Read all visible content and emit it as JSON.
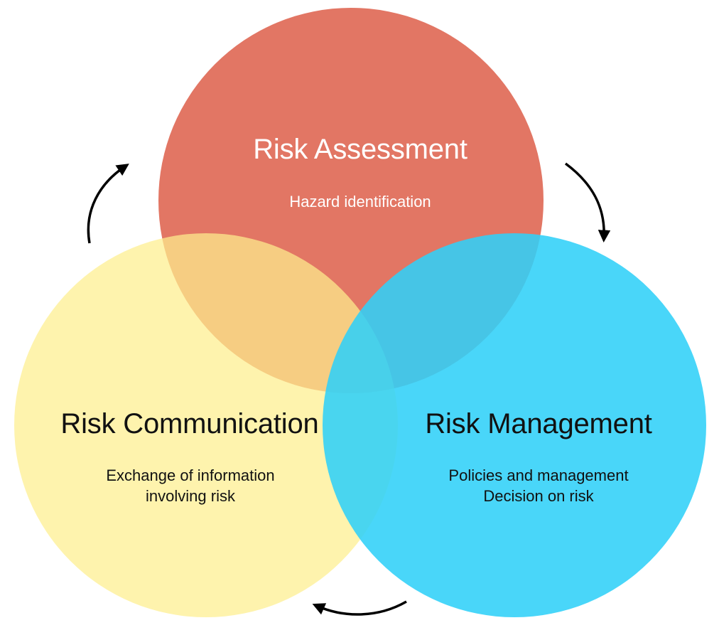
{
  "colors": {
    "assessment": "#e06a57",
    "management": "#30d0f8",
    "communication": "#fdef8e",
    "arrow": "#000000",
    "background": "#ffffff"
  },
  "circles": {
    "assessment": {
      "title": "Risk Assessment",
      "lines": [
        "Hazard identification"
      ]
    },
    "communication": {
      "title": "Risk Communication",
      "lines": [
        "Exchange of information",
        "involving risk"
      ]
    },
    "management": {
      "title": "Risk Management",
      "lines": [
        "Policies and management",
        "Decision on risk"
      ]
    }
  },
  "cycle_arrows": [
    {
      "from": "communication",
      "to": "assessment"
    },
    {
      "from": "assessment",
      "to": "management"
    },
    {
      "from": "management",
      "to": "communication"
    }
  ]
}
